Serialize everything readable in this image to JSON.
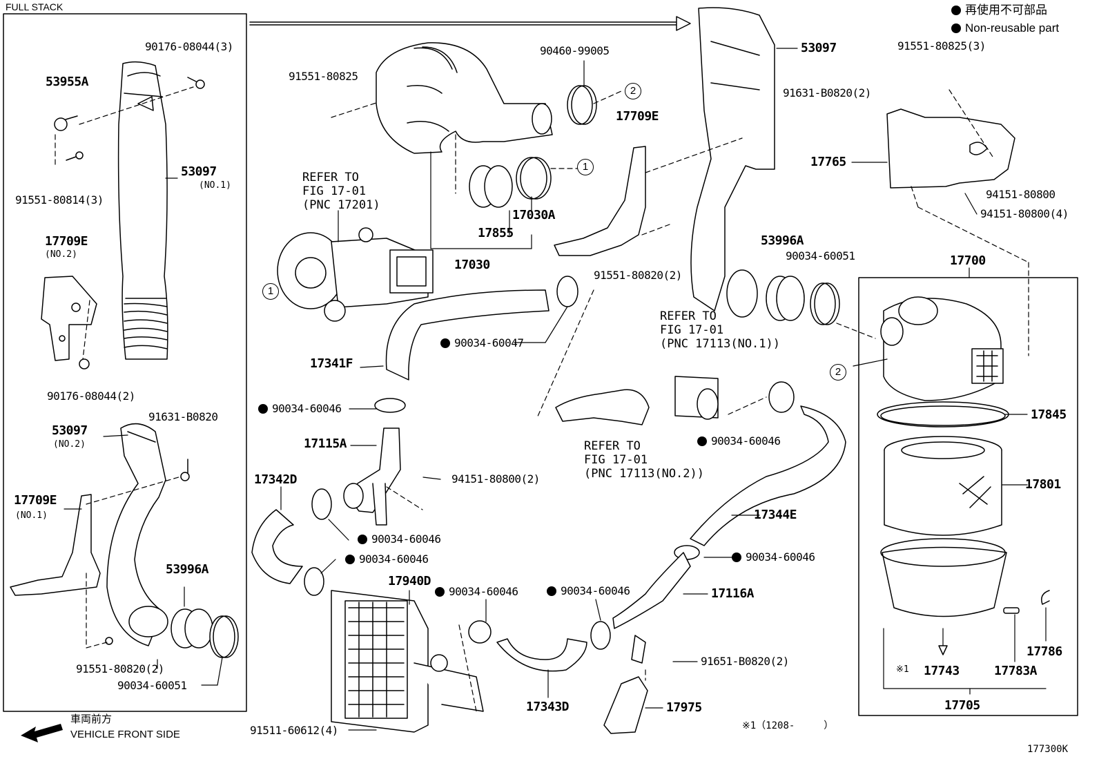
{
  "header": {
    "full_stack": "FULL STACK",
    "figure_id": "177300K"
  },
  "legend": {
    "jp": "再使用不可部品",
    "en": "Non-reusable part"
  },
  "footer": {
    "jp": "車両前方",
    "en": "VEHICLE FRONT SIDE",
    "note": "※1（1208-　　　）"
  },
  "callouts": {
    "one": "1",
    "two": "2"
  },
  "refs": {
    "turbo": "REFER TO\nFIG 17-01\n(PNC 17201)",
    "ref_upper": "REFER TO\nFIG 17-01\n(PNC 17113(NO.1))",
    "ref_lower": "REFER TO\nFIG 17-01\n(PNC 17113(NO.2))"
  },
  "left_panel": {
    "p90176_3": "90176-08044(3)",
    "p53955a": "53955A",
    "p53097": "53097",
    "no1": "(NO.1)",
    "p91551_814": "91551-80814(3)",
    "p17709e_2": "17709E",
    "no2": "(NO.2)",
    "p90176_2": "90176-08044(2)",
    "p53097_b": "53097",
    "no2b": "(NO.2)",
    "p91631": "91631-B0820",
    "p17709e_1": "17709E",
    "no1b": "(NO.1)",
    "p53996a": "53996A",
    "p91551_820": "91551-80820(2)",
    "p90034_51": "90034-60051"
  },
  "center": {
    "p91551_825": "91551-80825",
    "p90460": "90460-99005",
    "p17709e": "17709E",
    "p17030a": "17030A",
    "p17855": "17855",
    "p17030": "17030",
    "p91551_820": "91551-80820(2)",
    "p90034_47": "90034-60047",
    "p17341f": "17341F",
    "p90034_46a": "90034-60046",
    "p17115a": "17115A",
    "p94151_2": "94151-80800(2)",
    "p17342d": "17342D",
    "p90034_46b": "90034-60046",
    "p90034_46c": "90034-60046",
    "p17940d": "17940D",
    "p90034_46d": "90034-60046",
    "p90034_46e": "90034-60046",
    "p17343d": "17343D",
    "p91511": "91511-60612(4)",
    "p90034_46f": "90034-60046",
    "p17344e": "17344E",
    "p90034_46g": "90034-60046",
    "p17116a": "17116A",
    "p91651": "91651-B0820(2)",
    "p17975": "17975"
  },
  "right": {
    "p53097": "53097",
    "p91631_2": "91631-B0820(2)",
    "p53996a": "53996A",
    "p90034_51": "90034-60051",
    "p91551_3": "91551-80825(3)",
    "p17765": "17765",
    "p94151": "94151-80800",
    "p94151_4": "94151-80800(4)",
    "p17700": "17700",
    "p17845": "17845",
    "p17801": "17801",
    "p17786": "17786",
    "mark1": "※1",
    "p17743": "17743",
    "p17783a": "17783A",
    "p17705": "17705"
  }
}
